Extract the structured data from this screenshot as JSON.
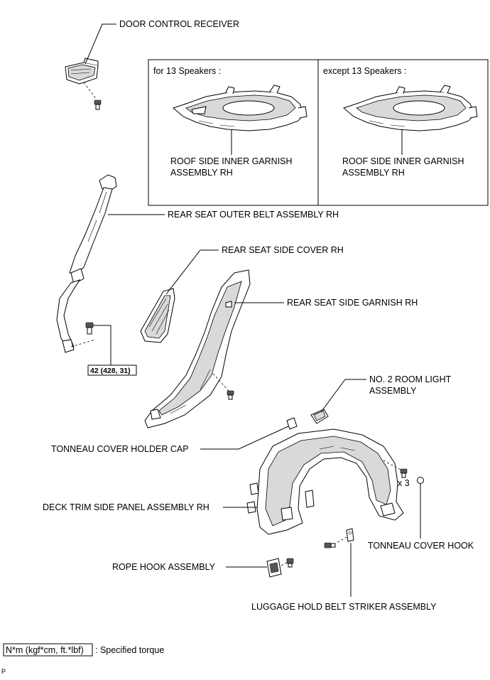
{
  "labels": {
    "door_control_receiver": "DOOR CONTROL RECEIVER",
    "for_13_speakers": "for 13 Speakers :",
    "except_13_speakers": "except 13 Speakers :",
    "roof_garnish_line1": "ROOF SIDE INNER GARNISH",
    "roof_garnish_line2": "ASSEMBLY RH",
    "rear_seat_outer_belt": "REAR SEAT OUTER BELT ASSEMBLY RH",
    "rear_seat_side_cover": "REAR SEAT SIDE COVER RH",
    "rear_seat_side_garnish": "REAR SEAT SIDE GARNISH RH",
    "torque_value": "42 (428, 31)",
    "room_light_line1": "NO. 2 ROOM LIGHT",
    "room_light_line2": "ASSEMBLY",
    "tonneau_cover_holder_cap": "TONNEAU COVER HOLDER CAP",
    "deck_trim_side_panel": "DECK TRIM SIDE PANEL ASSEMBLY RH",
    "quantity": "x 3",
    "tonneau_cover_hook": "TONNEAU COVER HOOK",
    "rope_hook": "ROPE HOOK ASSEMBLY",
    "luggage_hold_belt_striker": "LUGGAGE HOLD BELT STRIKER ASSEMBLY"
  },
  "legend": {
    "torque_unit": "N*m (kgf*cm, ft.*lbf)",
    "torque_desc": ": Specified torque"
  },
  "footer_mark": "P"
}
